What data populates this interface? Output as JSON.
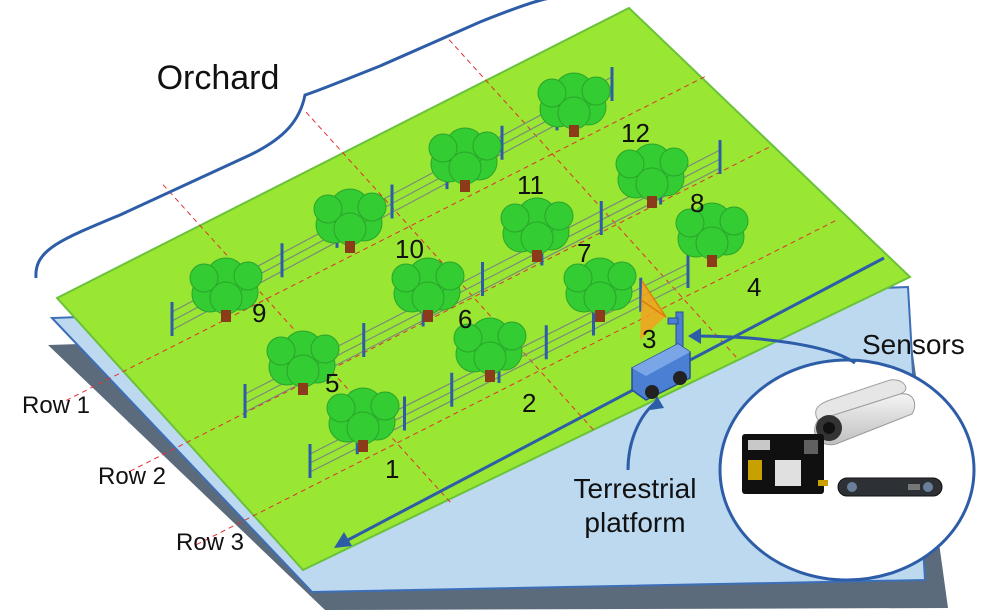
{
  "title": "Orchard",
  "rows": [
    "Row 1",
    "Row 2",
    "Row 3"
  ],
  "trees": [
    {
      "id": "1",
      "row": 3,
      "col": 1
    },
    {
      "id": "2",
      "row": 3,
      "col": 2
    },
    {
      "id": "3",
      "row": 3,
      "col": 3
    },
    {
      "id": "4",
      "row": 3,
      "col": 4
    },
    {
      "id": "5",
      "row": 2,
      "col": 1
    },
    {
      "id": "6",
      "row": 2,
      "col": 2
    },
    {
      "id": "7",
      "row": 2,
      "col": 3
    },
    {
      "id": "8",
      "row": 2,
      "col": 4
    },
    {
      "id": "9",
      "row": 1,
      "col": 1
    },
    {
      "id": "10",
      "row": 1,
      "col": 2
    },
    {
      "id": "11",
      "row": 1,
      "col": 3
    },
    {
      "id": "12",
      "row": 1,
      "col": 4
    }
  ],
  "sensors_label": "Sensors",
  "platform_label": [
    "Terrestrial",
    "platform"
  ],
  "colors": {
    "field": "#99e633",
    "field_border": "#6ac23a",
    "base_top": "#bcd9f0",
    "base_shadow": "#5b6b7c",
    "canopy": "#33cc33",
    "trunk": "#8b3a1a",
    "fence": "#2e5da8",
    "grid_line": "#e03030",
    "arrow": "#2e5da8",
    "platform": "#4a7fd4",
    "sensor_cone": "#f5a020"
  }
}
